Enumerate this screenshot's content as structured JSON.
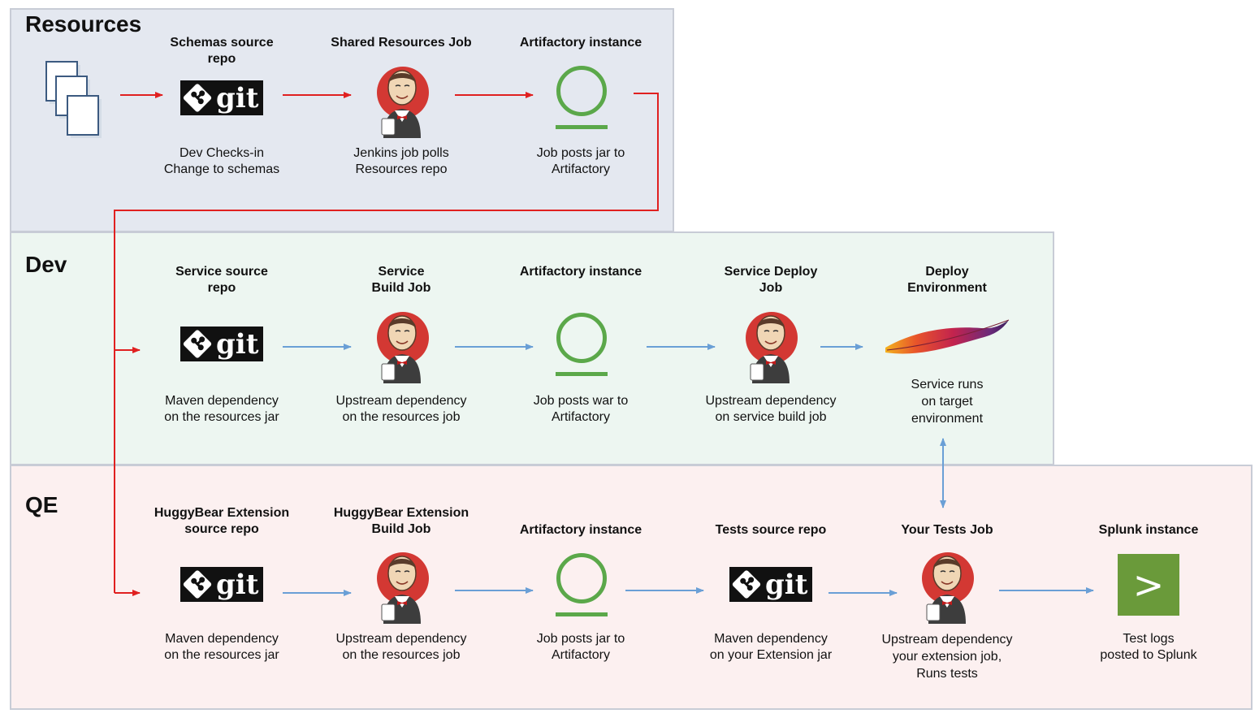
{
  "colors": {
    "resources_bg": "#e4e8f0",
    "dev_bg": "#edf6f1",
    "qe_bg": "#fcf0f0",
    "red_arrow": "#e02020",
    "blue_arrow": "#6a9fd6",
    "artifactory_green": "#5ba84a",
    "splunk_green": "#6a9a3a"
  },
  "lanes": {
    "resources": {
      "title": "Resources",
      "nodes": [
        {
          "title": "",
          "icon": "documents-icon",
          "desc": ""
        },
        {
          "title": "Schemas source\nrepo",
          "icon": "git-logo",
          "desc": "Dev Checks-in\nChange to schemas"
        },
        {
          "title": "Shared Resources Job",
          "icon": "jenkins-icon",
          "desc": "Jenkins job polls\nResources repo"
        },
        {
          "title": "Artifactory instance",
          "icon": "artifactory-icon",
          "desc": "Job posts jar to\nArtifactory"
        }
      ]
    },
    "dev": {
      "title": "Dev",
      "nodes": [
        {
          "title": "Service source\nrepo",
          "icon": "git-logo",
          "desc": "Maven dependency\non the resources jar"
        },
        {
          "title": "Service\nBuild Job",
          "icon": "jenkins-icon",
          "desc": "Upstream dependency\non the resources job"
        },
        {
          "title": "Artifactory instance",
          "icon": "artifactory-icon",
          "desc": "Job posts war to\nArtifactory"
        },
        {
          "title": "Service Deploy\nJob",
          "icon": "jenkins-icon",
          "desc": "Upstream dependency\non service build job"
        },
        {
          "title": "Deploy\nEnvironment",
          "icon": "apache-feather-icon",
          "desc": "Service runs\non target\nenvironment"
        }
      ]
    },
    "qe": {
      "title": "QE",
      "nodes": [
        {
          "title": "HuggyBear Extension\nsource repo",
          "icon": "git-logo",
          "desc": "Maven dependency\non the resources jar"
        },
        {
          "title": "HuggyBear Extension\nBuild Job",
          "icon": "jenkins-icon",
          "desc": "Upstream dependency\non the resources job"
        },
        {
          "title": "Artifactory instance",
          "icon": "artifactory-icon",
          "desc": "Job posts jar to\nArtifactory"
        },
        {
          "title": "Tests source repo",
          "icon": "git-logo",
          "desc": "Maven dependency\non your Extension jar"
        },
        {
          "title": "Your Tests Job",
          "icon": "jenkins-icon",
          "desc": "Upstream dependency\nyour extension job,\nRuns tests"
        },
        {
          "title": "Splunk instance",
          "icon": "splunk-icon",
          "desc": "Test logs\nposted to Splunk"
        }
      ]
    }
  },
  "logo_text": {
    "git": "git",
    "splunk": ">"
  }
}
